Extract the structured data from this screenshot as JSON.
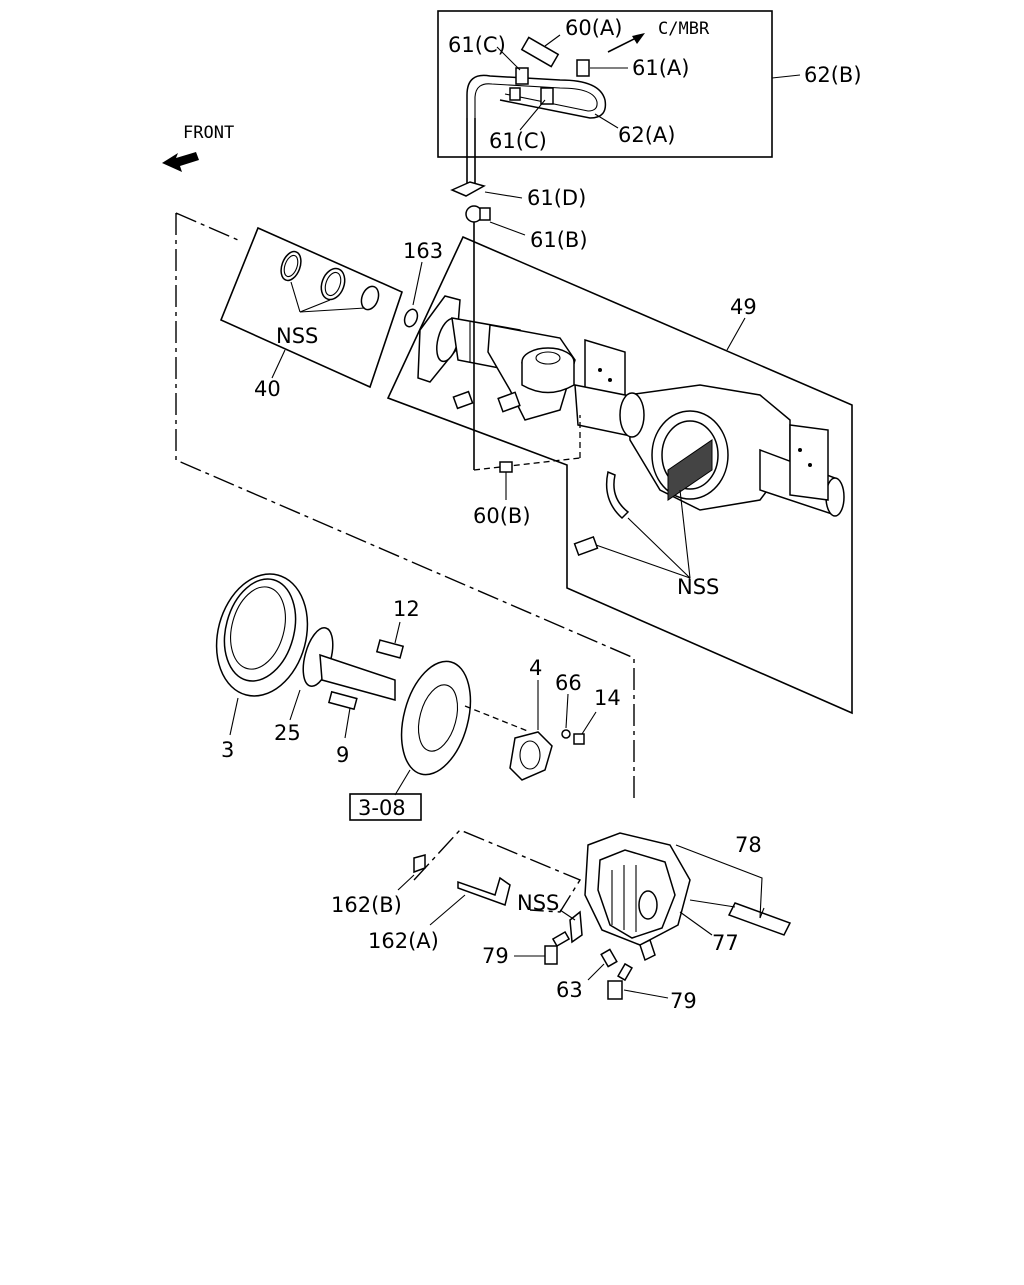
{
  "header": {
    "front": "FRONT",
    "to_mbr": "C/MBR"
  },
  "labels": {
    "p60a": "60(A)",
    "p61c_top": "61(C)",
    "p61a": "61(A)",
    "p62b": "62(B)",
    "p61c_bottom": "61(C)",
    "p62a": "62(A)",
    "p61d": "61(D)",
    "p61b": "61(B)",
    "p163": "163",
    "p49": "49",
    "nss_seals": "NSS",
    "p40": "40",
    "p60b": "60(B)",
    "nss_housing": "NSS",
    "p12": "12",
    "p4": "4",
    "p66": "66",
    "p14": "14",
    "p3": "3",
    "p25": "25",
    "p9": "9",
    "ref_box": "3-08",
    "p78": "78",
    "nss_cover": "NSS",
    "p162b": "162(B)",
    "p162a": "162(A)",
    "p77": "77",
    "p79_left": "79",
    "p63": "63",
    "p79_right": "79"
  },
  "icons": {
    "front_arrow": "arrow-icon"
  }
}
